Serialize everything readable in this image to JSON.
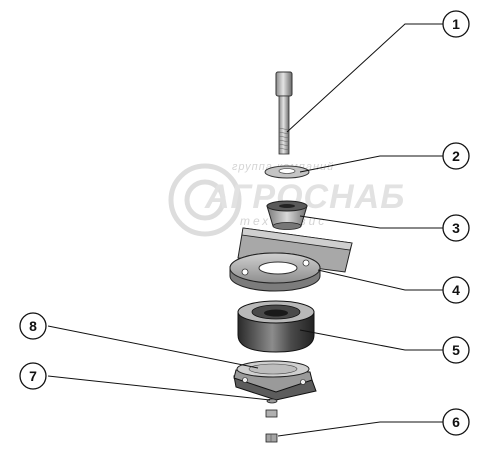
{
  "watermark": {
    "line1": "группа компаний",
    "line2": "АГРОСНАБ",
    "line3": "техсервис"
  },
  "callouts": [
    {
      "label": "1",
      "part": "bolt"
    },
    {
      "label": "2",
      "part": "washer"
    },
    {
      "label": "3",
      "part": "bushing"
    },
    {
      "label": "4",
      "part": "bracket"
    },
    {
      "label": "5",
      "part": "rubber-cushion"
    },
    {
      "label": "6",
      "part": "nut"
    },
    {
      "label": "7",
      "part": "washer-small"
    },
    {
      "label": "8",
      "part": "base-plate"
    }
  ],
  "colors": {
    "metal_light": "#cfcfcf",
    "metal_mid": "#9a9a9a",
    "metal_dark": "#4a4a4a",
    "rubber": "#3c3c3c",
    "line": "#1a1a1a",
    "watermark": "#dcdcdc"
  }
}
